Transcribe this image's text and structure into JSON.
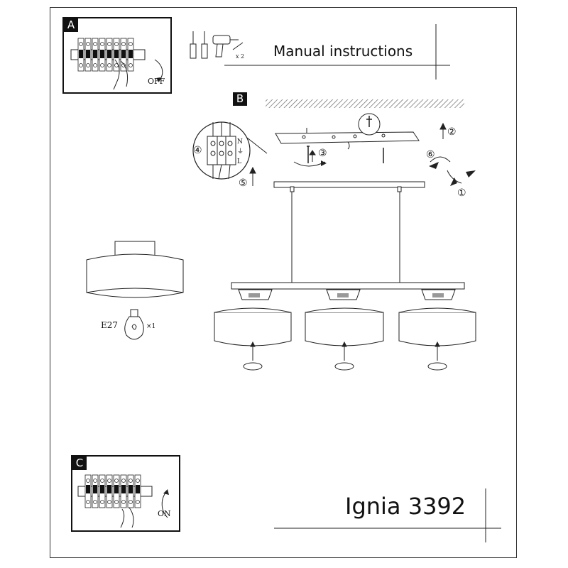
{
  "header": {
    "title": "Manual instructions",
    "screw_count": "x 2"
  },
  "panels": {
    "a": {
      "tag": "A",
      "label": "OFF"
    },
    "b": {
      "tag": "B"
    },
    "c": {
      "tag": "C",
      "label": "ON"
    }
  },
  "bulb": {
    "socket": "E27",
    "count": "×1"
  },
  "steps": [
    "1",
    "2",
    "3",
    "4",
    "5",
    "6"
  ],
  "footer": {
    "product": "Ignia 3392"
  }
}
